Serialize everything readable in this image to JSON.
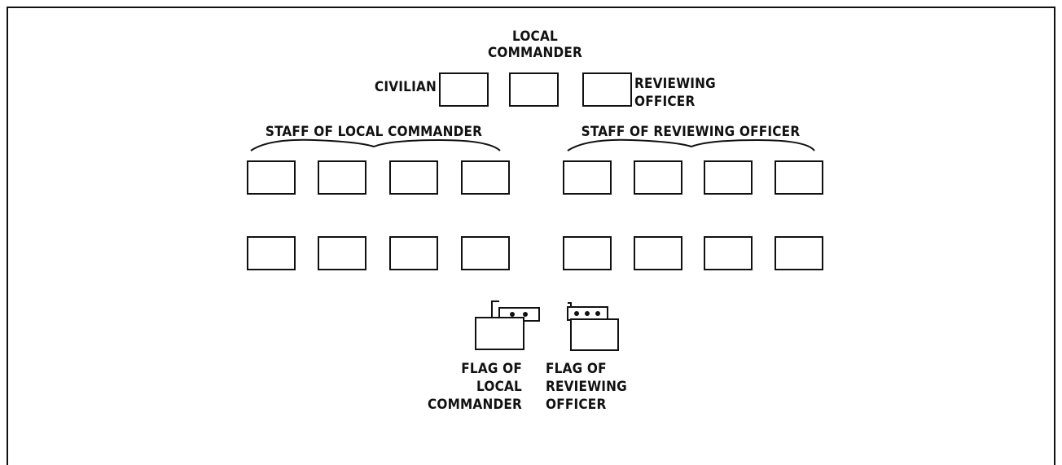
{
  "labels": {
    "local_commander_line1": "LOCAL",
    "local_commander_line2": "COMMANDER",
    "civilian": "CIVILIAN",
    "reviewing_officer_line1": "REVIEWING",
    "reviewing_officer_line2": "OFFICER",
    "staff_local_commander": "STAFF OF LOCAL COMMANDER",
    "staff_reviewing_officer": "STAFF OF REVIEWING OFFICER",
    "flag_local_line1": "FLAG OF",
    "flag_local_line2": "LOCAL",
    "flag_local_line3": "COMMANDER",
    "flag_reviewing_line1": "FLAG OF",
    "flag_reviewing_line2": "REVIEWING",
    "flag_reviewing_line3": "OFFICER"
  },
  "flags": {
    "local_commander_stars": 2,
    "reviewing_officer_stars": 3
  }
}
